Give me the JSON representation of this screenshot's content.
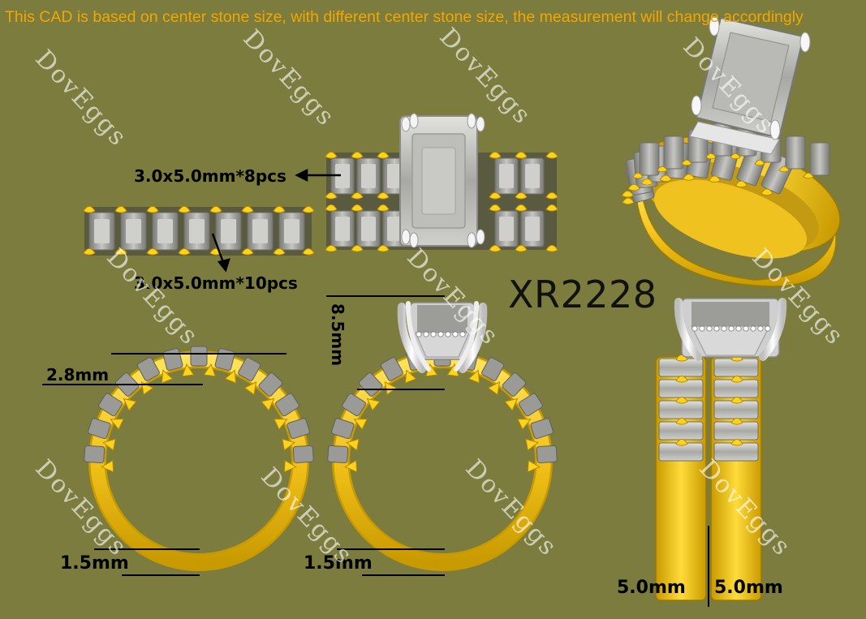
{
  "note": "This CAD is based on center stone size, with different center stone size, the measurement will change accordingly",
  "model_code": "XR2228",
  "annotations": {
    "top_stones": "3.0x5.0mm*8pcs",
    "band_stones": "3.0x5.0mm*10pcs",
    "head_height": "8.5mm",
    "band_height": "2.8mm",
    "band_bottom_left": "1.5mm",
    "band_bottom_right": "1.5mm",
    "width_left": "5.0mm",
    "width_right": "5.0mm"
  },
  "watermark": "DovEggs",
  "colors": {
    "background": "#7c7c3e",
    "note_text": "#f2a700",
    "gold": "#f2c21a",
    "gold_dark": "#b99000",
    "stone_gray": "#a9a9a5",
    "stone_light": "#d8d8d4",
    "silver": "#e6e6e6"
  }
}
